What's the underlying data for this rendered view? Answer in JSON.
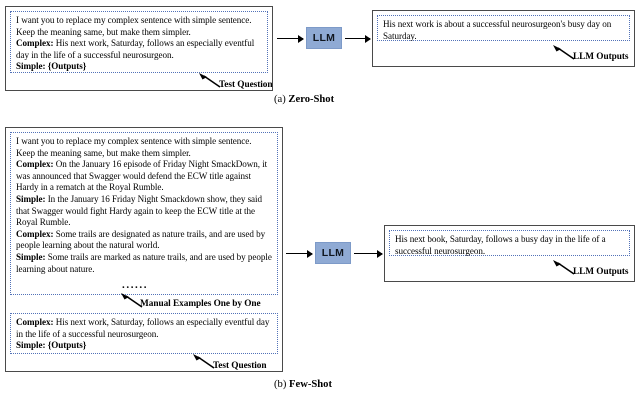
{
  "figure": {
    "panels": [
      {
        "id": "zero-shot",
        "caption_letter": "(a)",
        "caption_text": "Zero-Shot",
        "caption_full": "(a) Zero-Shot",
        "input": {
          "callout": "Test Question",
          "prompt": {
            "instruction_line_1": "I want you to replace my complex sentence with simple sentence.",
            "instruction_line_2": "Keep the meaning same, but make them simpler.",
            "complex_label": "Complex:",
            "complex_text": " His next work, Saturday, follows an especially eventful day in the life of a successful neurosurgeon.",
            "simple_label": "Simple:",
            "simple_text": " {Outputs}"
          }
        },
        "model": {
          "label": "LLM"
        },
        "output": {
          "callout": "LLM Outputs",
          "text": "His next work is about a successful neurosurgeon's busy day on Saturday."
        }
      },
      {
        "id": "few-shot",
        "caption_letter": "(b)",
        "caption_text": "Few-Shot",
        "caption_full": "(b) Few-Shot",
        "demos": {
          "callout": "Manual Examples One by One",
          "ellipsis": "......",
          "instruction_line_1": "I want you to replace my complex sentence with simple sentence.",
          "instruction_line_2": "Keep the meaning same, but make them simpler.",
          "examples": [
            {
              "complex_label": "Complex:",
              "complex_text": " On the January 16 episode of Friday Night SmackDown, it was announced that Swagger would defend the ECW title against Hardy in a rematch at the Royal Rumble.",
              "simple_label": "Simple:",
              "simple_text": " In the January 16 Friday Night Smackdown show, they said that Swagger would fight Hardy again to keep the ECW title at the Royal Rumble."
            },
            {
              "complex_label": "Complex:",
              "complex_text": " Some trails are designated as nature trails, and are used by people learning about the natural world.",
              "simple_label": "Simple:",
              "simple_text": " Some trails are marked as nature trails, and are used by people learning about nature."
            }
          ]
        },
        "input": {
          "callout": "Test Question",
          "prompt": {
            "complex_label": "Complex:",
            "complex_text": " His next work, Saturday, follows an especially eventful day in the life of a successful neurosurgeon.",
            "simple_label": "Simple:",
            "simple_text": " {Outputs}"
          }
        },
        "model": {
          "label": "LLM"
        },
        "output": {
          "callout": "LLM Outputs",
          "text": "His next book, Saturday, follows a busy day in the life of a successful neurosurgeon."
        }
      }
    ],
    "colors": {
      "llm_fill": "#8faad4",
      "dotted_border": "#5272b8",
      "outer_border": "#4a4a4a",
      "arrow": "#000000"
    }
  }
}
